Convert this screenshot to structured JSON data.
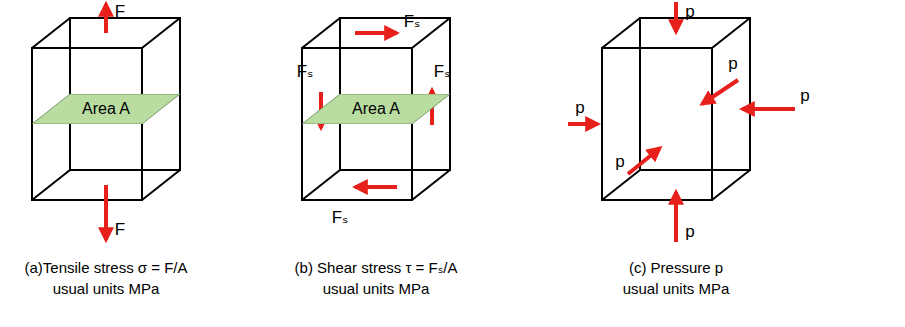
{
  "diagram": {
    "nodes": [
      {
        "text": [
          "Area A"
        ]
      },
      {
        "text": [
          "Area A"
        ]
      }
    ],
    "labels": [
      "F",
      "F",
      "(a)Tensile stress σ = F/A",
      "usual units MPa",
      "Fₛ",
      "Fₛ",
      "Fₛ",
      "Fₛ",
      "(b) Shear stress τ = Fₛ/A",
      "usual units MPa",
      "p",
      "p",
      "p",
      "p",
      "p",
      "p",
      "(c) Pressure p",
      "usual units MPa"
    ]
  }
}
